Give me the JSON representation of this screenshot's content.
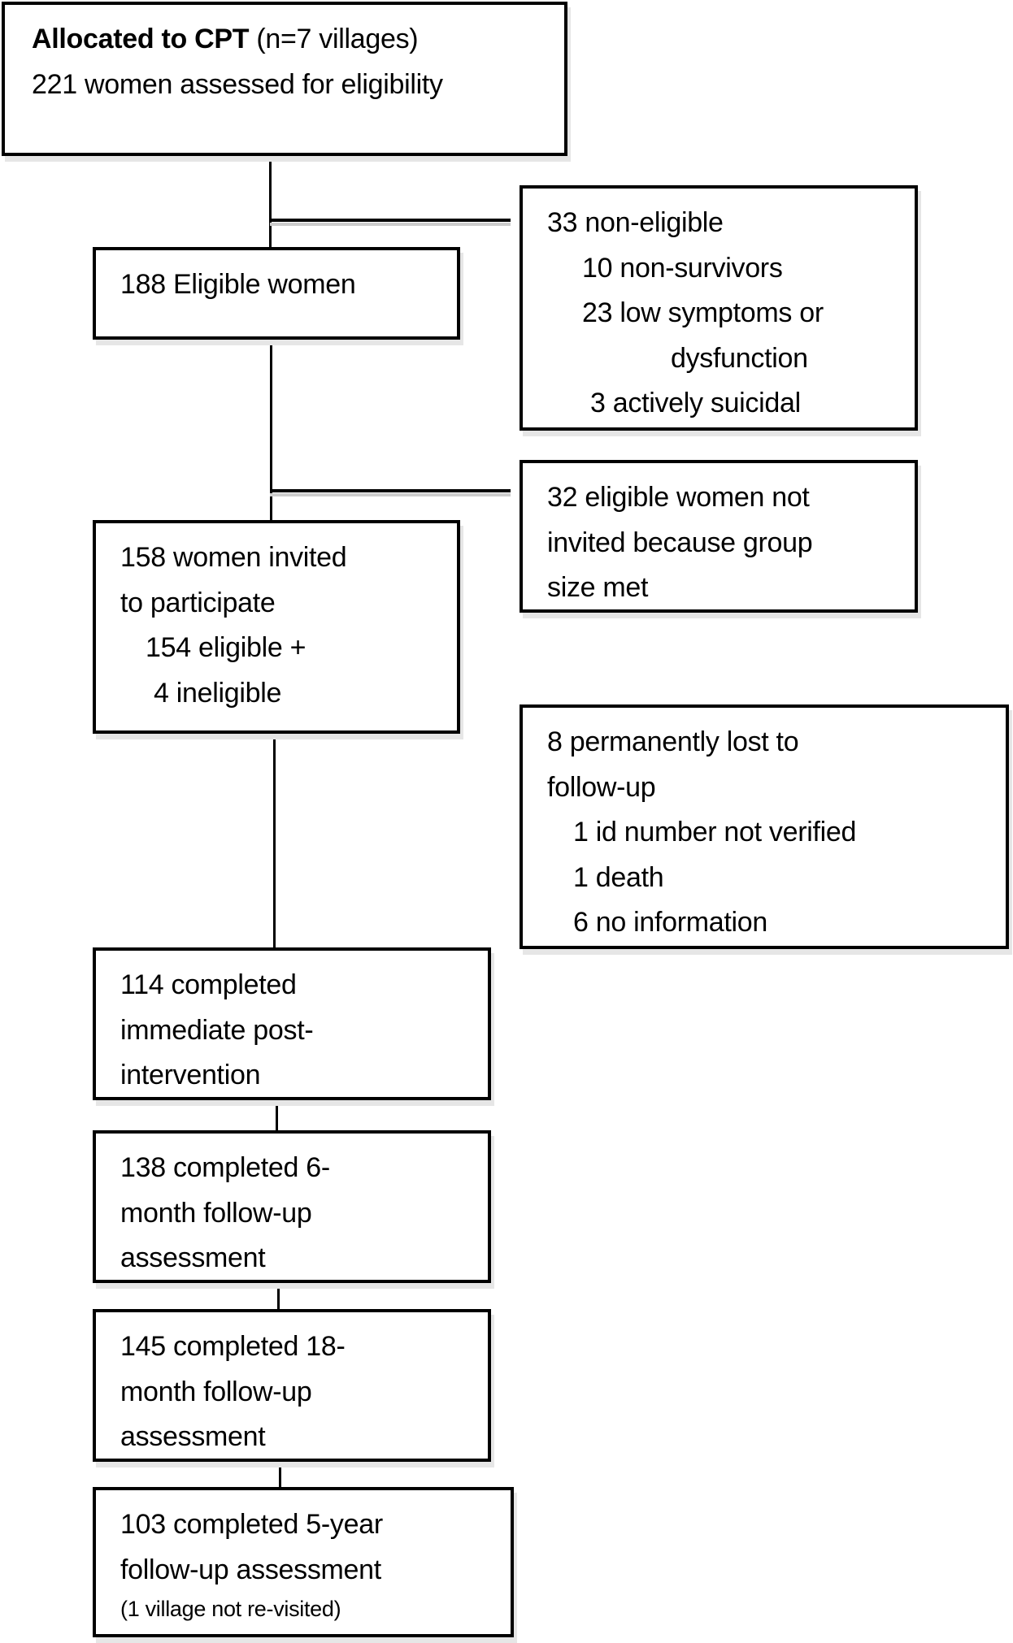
{
  "boxes": {
    "allocated": {
      "bold": "Allocated to CPT",
      "rest": " (n=7 villages)",
      "line2": "221 women assessed for eligibility"
    },
    "eligible": {
      "lines": [
        "188 Eligible women"
      ]
    },
    "non_eligible": {
      "lines": [
        "33 non-eligible",
        "10 non-survivors",
        "23 low symptoms or",
        "dysfunction",
        "3 actively suicidal"
      ]
    },
    "not_invited": {
      "lines": [
        "32 eligible women not",
        "invited because group",
        "size met"
      ]
    },
    "invited": {
      "lines": [
        "158 women invited",
        "to participate",
        "154 eligible +",
        "4 ineligible"
      ]
    },
    "lost": {
      "lines": [
        "8 permanently lost to",
        "follow-up",
        "1 id number not verified",
        "1 death",
        "6 no information"
      ]
    },
    "immediate": {
      "lines": [
        "114 completed",
        "immediate post-",
        "intervention"
      ]
    },
    "six_month": {
      "lines": [
        "138 completed 6-",
        "month follow-up",
        "assessment"
      ]
    },
    "eighteen_month": {
      "lines": [
        "145 completed 18-",
        "month follow-up",
        "assessment"
      ]
    },
    "five_year": {
      "lines": [
        "103 completed 5-year",
        "follow-up assessment",
        "(1 village not re-visited)"
      ]
    }
  }
}
